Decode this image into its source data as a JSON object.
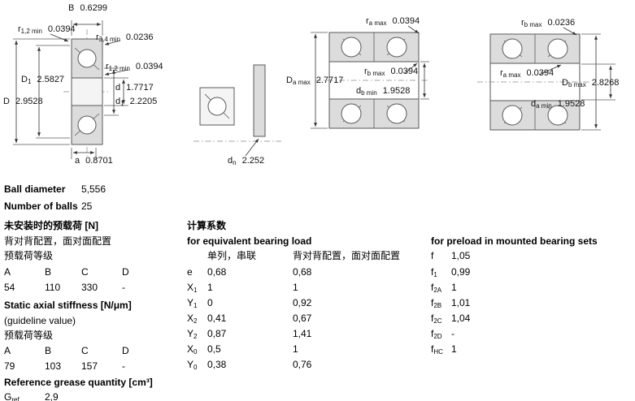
{
  "diagrams": {
    "left": {
      "B": {
        "sym": "B",
        "sub": "",
        "value": "0.6299"
      },
      "r12_top": {
        "sym": "r",
        "sub": "1,2 min",
        "value": "0.0394"
      },
      "r34_top": {
        "sym": "r",
        "sub": "3,4 min",
        "value": "0.0236"
      },
      "r12_side": {
        "sym": "r",
        "sub": "1,2 min",
        "value": "0.0394"
      },
      "D1": {
        "sym": "D",
        "sub": "1",
        "value": "2.5827"
      },
      "d": {
        "sym": "d",
        "sub": "",
        "value": "1.7717"
      },
      "d1": {
        "sym": "d",
        "sub": "1",
        "value": "2.2205"
      },
      "D": {
        "sym": "D",
        "sub": "",
        "value": "2.9528"
      },
      "a": {
        "sym": "a",
        "sub": "",
        "value": "0.8701"
      }
    },
    "mount": {
      "dn": {
        "sym": "d",
        "sub": "n",
        "value": "2.252"
      }
    },
    "middle": {
      "ra": {
        "sym": "r",
        "sub": "a max",
        "value": "0.0394"
      },
      "Da": {
        "sym": "D",
        "sub": "a max",
        "value": "2.7717"
      },
      "rb": {
        "sym": "r",
        "sub": "b max",
        "value": "0.0394"
      },
      "db": {
        "sym": "d",
        "sub": "b min",
        "value": "1.9528"
      }
    },
    "right": {
      "rb": {
        "sym": "r",
        "sub": "b max",
        "value": "0.0236"
      },
      "ra": {
        "sym": "r",
        "sub": "a max",
        "value": "0.0394"
      },
      "Db": {
        "sym": "D",
        "sub": "b max",
        "value": "2.8268"
      },
      "da": {
        "sym": "d",
        "sub": "a min",
        "value": "1.9528"
      }
    }
  },
  "specs": {
    "ball_diameter_label": "Ball diameter",
    "ball_diameter_value": "5,556",
    "number_of_balls_label": "Number of balls",
    "number_of_balls_value": "25"
  },
  "preload_unmounted": {
    "title": "未安装时的预载荷 [N]",
    "subtitle": "背对背配置，面对面配置",
    "class_label": "预载荷等级",
    "headers": [
      "A",
      "B",
      "C",
      "D"
    ],
    "values": [
      "54",
      "110",
      "330",
      "-"
    ]
  },
  "stiffness": {
    "title": "Static axial stiffness [N/μm]",
    "subtitle": "(guideline value)",
    "class_label": "预载荷等级",
    "headers": [
      "A",
      "B",
      "C",
      "D"
    ],
    "values": [
      "79",
      "103",
      "157",
      "-"
    ]
  },
  "grease": {
    "title": "Reference grease quantity [cm³]",
    "sym": "G",
    "sub": "ref",
    "value": "2,9"
  },
  "calc": {
    "title": "计算系数",
    "subtitle": "for equivalent bearing load",
    "col1_header": "单列，串联",
    "col2_header": "背对背配置，面对面配置",
    "rows": [
      {
        "sym": "e",
        "sub": "",
        "v1": "0,68",
        "v2": "0,68"
      },
      {
        "sym": "X",
        "sub": "1",
        "v1": "1",
        "v2": "1"
      },
      {
        "sym": "Y",
        "sub": "1",
        "v1": "0",
        "v2": "0,92"
      },
      {
        "sym": "X",
        "sub": "2",
        "v1": "0,41",
        "v2": "0,67"
      },
      {
        "sym": "Y",
        "sub": "2",
        "v1": "0,87",
        "v2": "1,41"
      },
      {
        "sym": "X",
        "sub": "0",
        "v1": "0,5",
        "v2": "1"
      },
      {
        "sym": "Y",
        "sub": "0",
        "v1": "0,38",
        "v2": "0,76"
      }
    ]
  },
  "preload_factors": {
    "title": "for preload in mounted bearing sets",
    "rows": [
      {
        "sym": "f",
        "sub": "",
        "value": "1,05"
      },
      {
        "sym": "f",
        "sub": "1",
        "value": "0,99"
      },
      {
        "sym": "f",
        "sub": "2A",
        "value": "1"
      },
      {
        "sym": "f",
        "sub": "2B",
        "value": "1,01"
      },
      {
        "sym": "f",
        "sub": "2C",
        "value": "1,04"
      },
      {
        "sym": "f",
        "sub": "2D",
        "value": "-"
      },
      {
        "sym": "f",
        "sub": "HC",
        "value": "1"
      }
    ]
  }
}
